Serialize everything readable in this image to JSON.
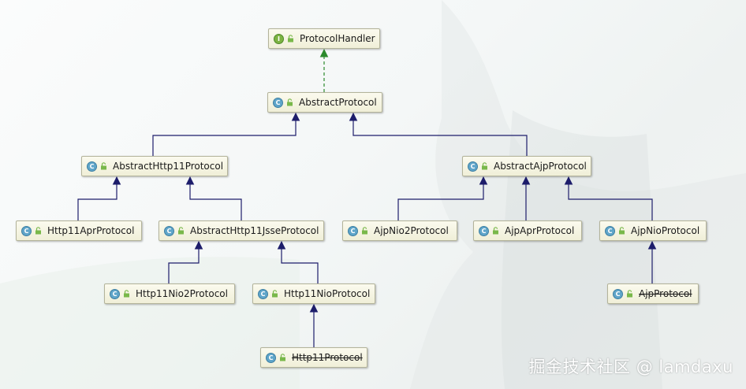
{
  "nodes": [
    {
      "id": "protocol-handler",
      "label": "ProtocolHandler",
      "kind": "interface",
      "badge": "I",
      "deprecated": false
    },
    {
      "id": "abstract-protocol",
      "label": "AbstractProtocol",
      "kind": "class",
      "badge": "C",
      "deprecated": false
    },
    {
      "id": "abstract-http11-protocol",
      "label": "AbstractHttp11Protocol",
      "kind": "class",
      "badge": "C",
      "deprecated": false
    },
    {
      "id": "abstract-ajp-protocol",
      "label": "AbstractAjpProtocol",
      "kind": "class",
      "badge": "C",
      "deprecated": false
    },
    {
      "id": "http11-apr-protocol",
      "label": "Http11AprProtocol",
      "kind": "class",
      "badge": "C",
      "deprecated": false
    },
    {
      "id": "abstract-http11-jsse-protocol",
      "label": "AbstractHttp11JsseProtocol",
      "kind": "class",
      "badge": "C",
      "deprecated": false
    },
    {
      "id": "ajp-nio2-protocol",
      "label": "AjpNio2Protocol",
      "kind": "class",
      "badge": "C",
      "deprecated": false
    },
    {
      "id": "ajp-apr-protocol",
      "label": "AjpAprProtocol",
      "kind": "class",
      "badge": "C",
      "deprecated": false
    },
    {
      "id": "ajp-nio-protocol",
      "label": "AjpNioProtocol",
      "kind": "class",
      "badge": "C",
      "deprecated": false
    },
    {
      "id": "http11-nio2-protocol",
      "label": "Http11Nio2Protocol",
      "kind": "class",
      "badge": "C",
      "deprecated": false
    },
    {
      "id": "http11-nio-protocol",
      "label": "Http11NioProtocol",
      "kind": "class",
      "badge": "C",
      "deprecated": false
    },
    {
      "id": "ajp-protocol",
      "label": "AjpProtocol",
      "kind": "class",
      "badge": "C",
      "deprecated": true
    },
    {
      "id": "http11-protocol",
      "label": "Http11Protocol",
      "kind": "class",
      "badge": "C",
      "deprecated": true
    }
  ],
  "edges": [
    {
      "from": "abstract-protocol",
      "to": "protocol-handler",
      "type": "implements"
    },
    {
      "from": "abstract-http11-protocol",
      "to": "abstract-protocol",
      "type": "extends"
    },
    {
      "from": "abstract-ajp-protocol",
      "to": "abstract-protocol",
      "type": "extends"
    },
    {
      "from": "http11-apr-protocol",
      "to": "abstract-http11-protocol",
      "type": "extends"
    },
    {
      "from": "abstract-http11-jsse-protocol",
      "to": "abstract-http11-protocol",
      "type": "extends"
    },
    {
      "from": "ajp-nio2-protocol",
      "to": "abstract-ajp-protocol",
      "type": "extends"
    },
    {
      "from": "ajp-apr-protocol",
      "to": "abstract-ajp-protocol",
      "type": "extends"
    },
    {
      "from": "ajp-nio-protocol",
      "to": "abstract-ajp-protocol",
      "type": "extends"
    },
    {
      "from": "http11-nio2-protocol",
      "to": "abstract-http11-jsse-protocol",
      "type": "extends"
    },
    {
      "from": "http11-nio-protocol",
      "to": "abstract-http11-jsse-protocol",
      "type": "extends"
    },
    {
      "from": "ajp-protocol",
      "to": "ajp-nio-protocol",
      "type": "extends"
    },
    {
      "from": "http11-protocol",
      "to": "http11-nio-protocol",
      "type": "extends"
    }
  ],
  "colors": {
    "extends_line": "#1d1d6b",
    "implements_line": "#2c8a2c"
  },
  "watermark": "掘金技术社区 @ lamdaxu"
}
